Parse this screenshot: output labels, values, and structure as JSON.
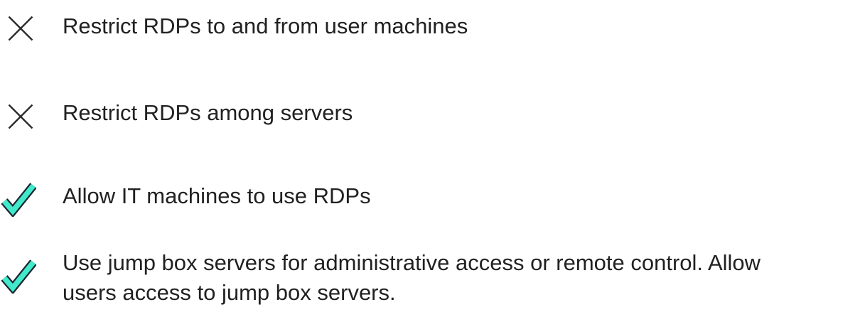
{
  "page": {
    "background_color": "#ffffff",
    "text_color": "#212121"
  },
  "colors": {
    "x_icon": "#2b2b2b",
    "check_fill": "#40EACB",
    "check_outline": "#1c2630"
  },
  "items": [
    {
      "icon": "x-icon",
      "status": "restricted",
      "lines": [
        "Restrict RDPs to and from user machines"
      ]
    },
    {
      "icon": "x-icon",
      "status": "restricted",
      "lines": [
        "Restrict RDPs among servers"
      ]
    },
    {
      "icon": "check-icon",
      "status": "allowed",
      "lines": [
        "Allow IT machines to use RDPs"
      ]
    },
    {
      "icon": "check-icon",
      "status": "allowed",
      "lines": [
        "Use jump box servers for administrative access or remote control. Allow",
        "users access to jump box servers."
      ]
    }
  ]
}
